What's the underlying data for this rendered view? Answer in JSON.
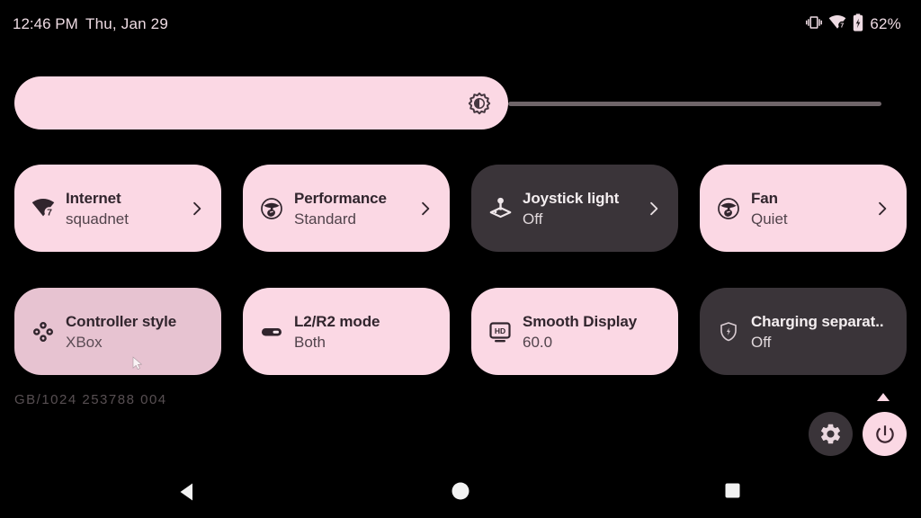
{
  "status_bar": {
    "time": "12:46 PM",
    "date": "Thu, Jan 29",
    "battery_percent": "62%",
    "wifi_standard": "7",
    "icons": [
      "vibrate-icon",
      "wifi-icon",
      "battery-charging-icon"
    ]
  },
  "brightness_slider": {
    "icon": "brightness-auto-icon",
    "fill_fraction": 0.57
  },
  "quick_tiles": [
    {
      "title": "Internet",
      "subtitle": "squadnet",
      "icon": "wifi-icon",
      "state": "active",
      "chevron": true
    },
    {
      "title": "Performance",
      "subtitle": "Standard",
      "icon": "performance-icon",
      "state": "active",
      "chevron": true
    },
    {
      "title": "Joystick light",
      "subtitle": "Off",
      "icon": "joystick-icon",
      "state": "inactive",
      "chevron": true
    },
    {
      "title": "Fan",
      "subtitle": "Quiet",
      "icon": "fan-icon",
      "state": "active",
      "chevron": true
    },
    {
      "title": "Controller style",
      "subtitle": "XBox",
      "icon": "controller-icon",
      "state": "active-pressed",
      "chevron": false
    },
    {
      "title": "L2/R2 mode",
      "subtitle": "Both",
      "icon": "trigger-icon",
      "state": "active",
      "chevron": false
    },
    {
      "title": "Smooth Display",
      "subtitle": "60.0",
      "icon": "display-hd-icon",
      "state": "active",
      "chevron": false
    },
    {
      "title": "Charging separat..",
      "subtitle": "Off",
      "icon": "shield-bolt-icon",
      "state": "inactive",
      "chevron": false
    }
  ],
  "footer": {
    "clipped_text": "GB/1024 253788 004"
  },
  "corner_buttons": {
    "settings": "gear-icon",
    "power": "power-icon"
  },
  "nav_bar": {
    "back": "back-icon",
    "home": "home-icon",
    "recents": "recents-icon"
  },
  "colors": {
    "background": "#000000",
    "tile_active": "#fbd8e4",
    "tile_pressed": "#e7c3d1",
    "tile_inactive": "#3a3439",
    "on_active_title": "#31252d",
    "on_active_subtitle": "#51434b",
    "on_inactive_title": "#f4eef0",
    "on_inactive_subtitle": "#e0d8db",
    "status_text": "#eedbe3",
    "slider_track": "#6f6569"
  }
}
